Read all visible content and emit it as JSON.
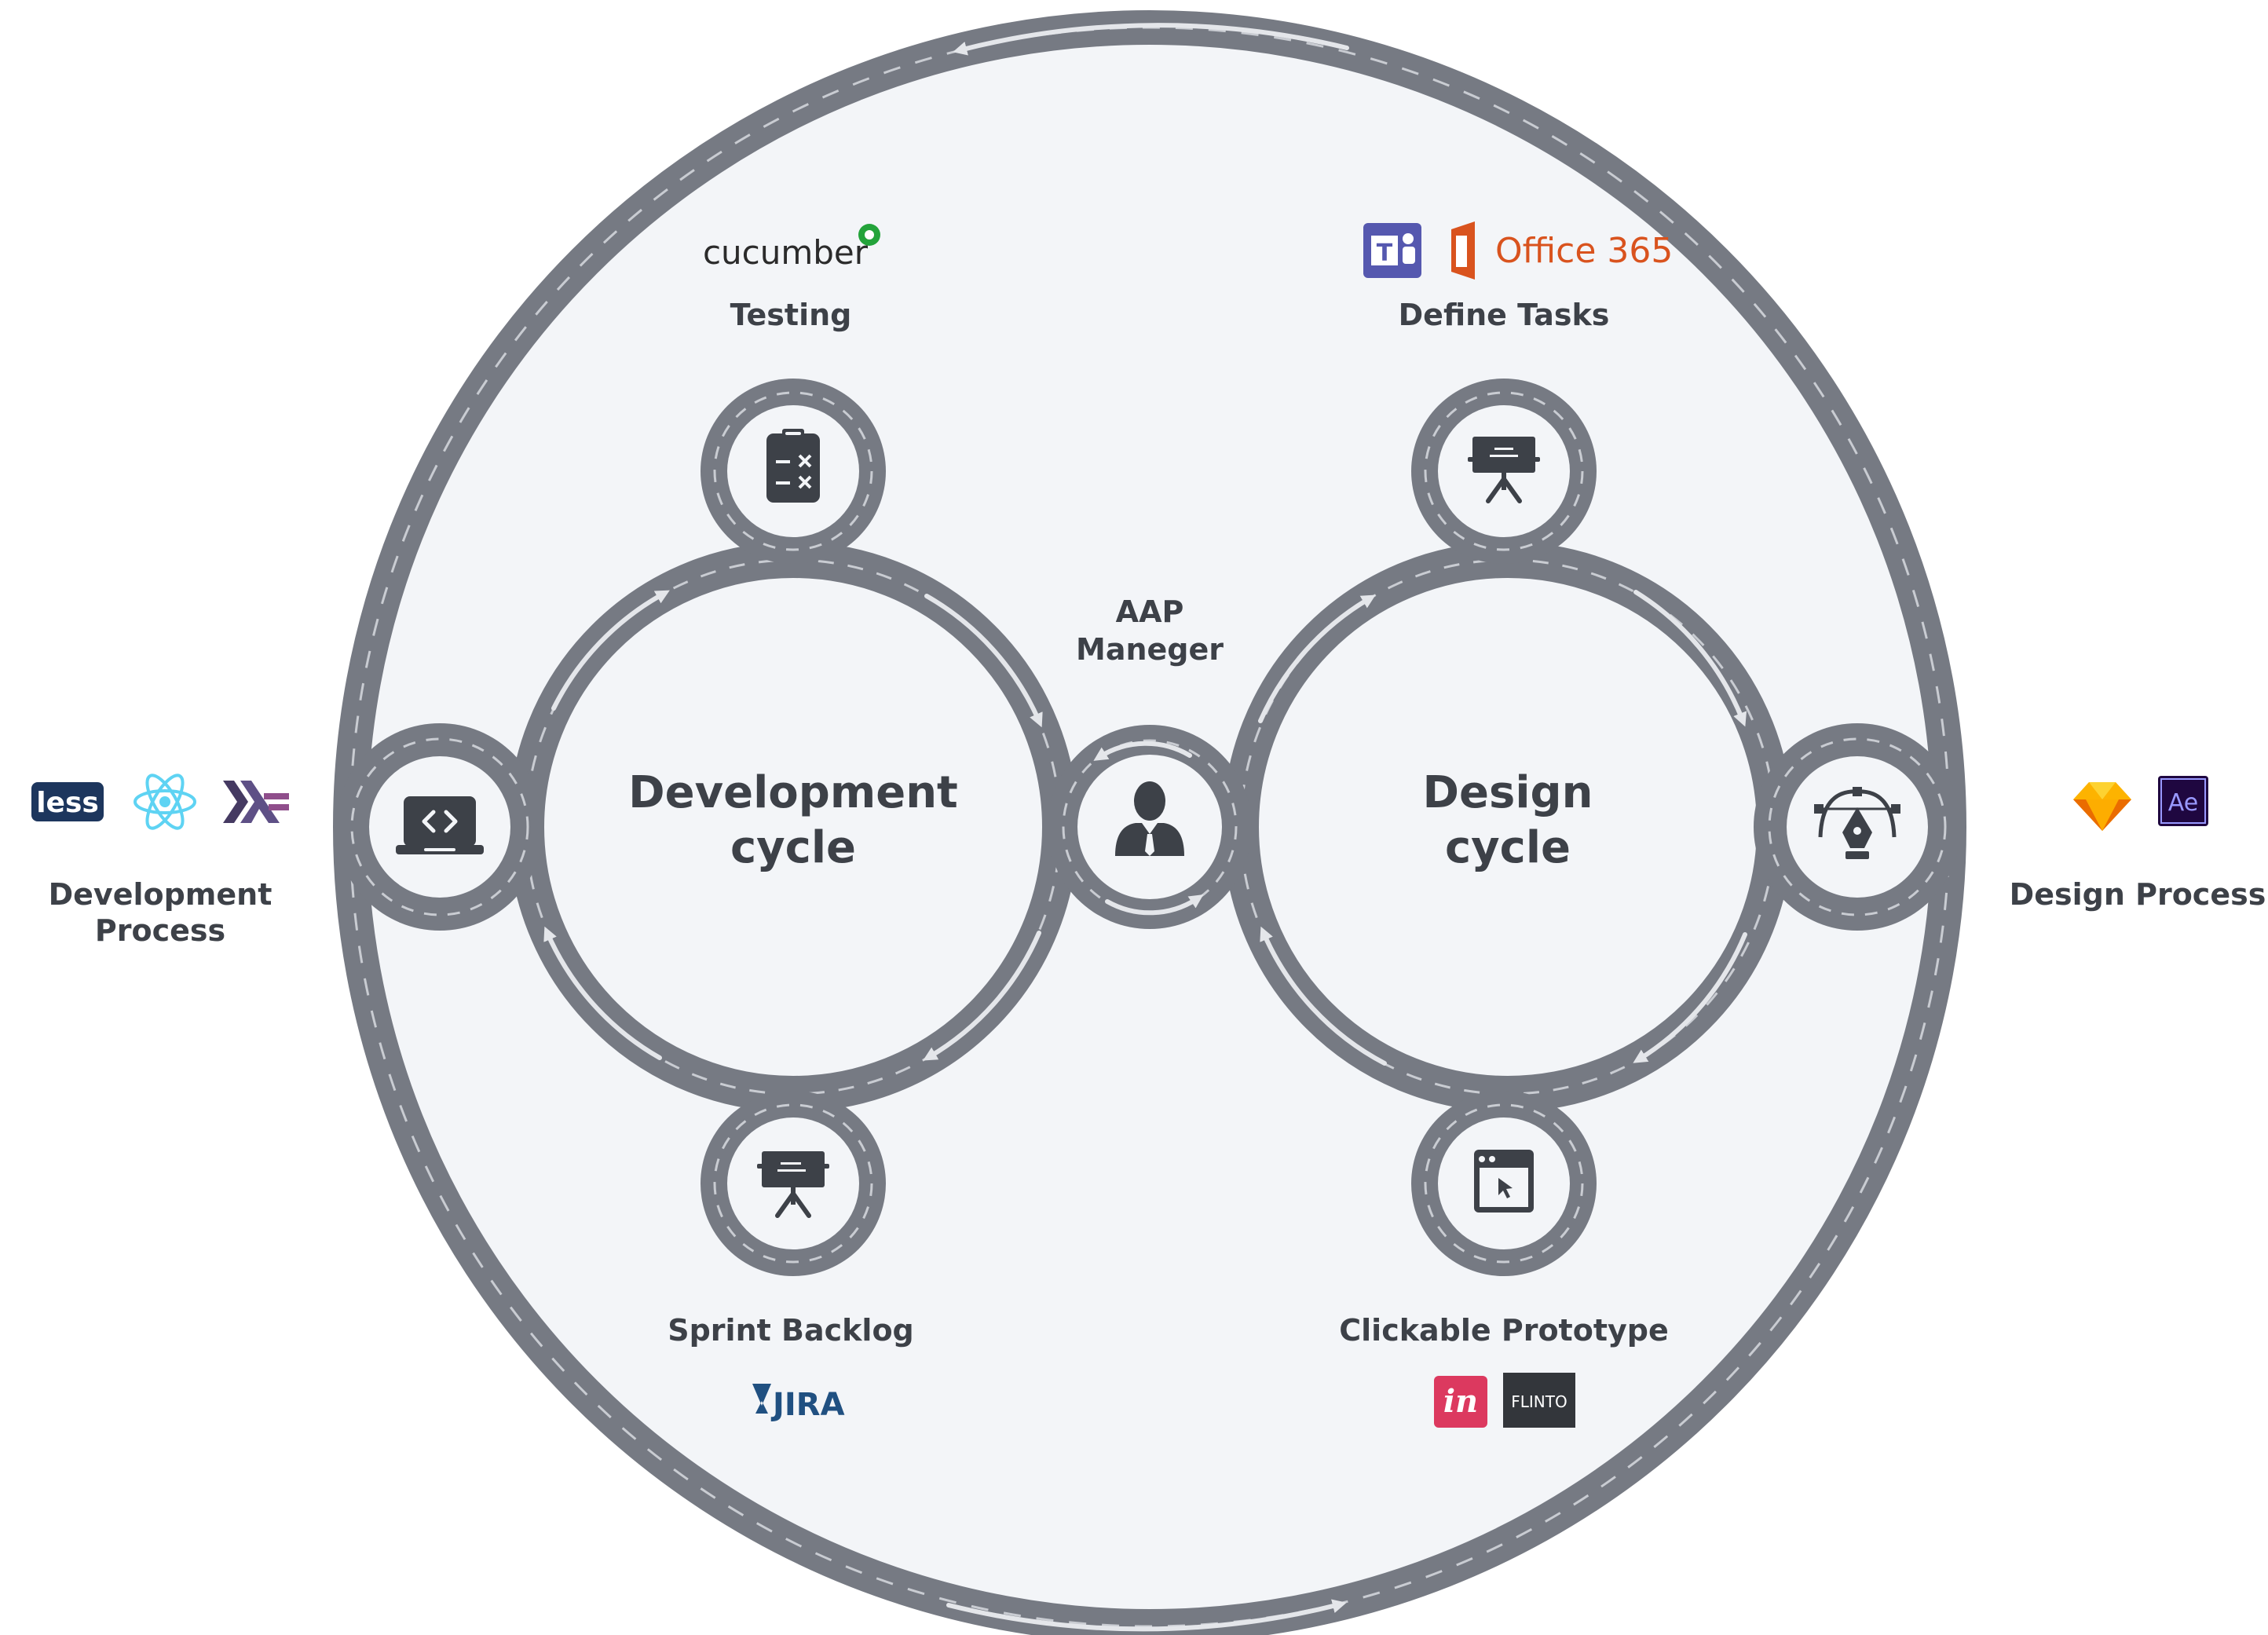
{
  "colors": {
    "ring": "#767a83",
    "ring_dash": "#c9ccd2",
    "arrow": "#e4e6ea",
    "disc_fill": "#f3f5f8",
    "icon": "#3d4148",
    "text": "#3d4148"
  },
  "center": {
    "dev_cycle": {
      "line1": "Development",
      "line2": "cycle"
    },
    "design_cycle": {
      "line1": "Design",
      "line2": "cycle"
    },
    "manager": {
      "line1": "AAP",
      "line2": "Maneger",
      "icon": "manager-person-icon"
    }
  },
  "stages": {
    "testing": {
      "label": "Testing",
      "icon": "checklist-icon",
      "logo": "cucumber"
    },
    "sprint_backlog": {
      "label": "Sprint Backlog",
      "icon": "presentation-board-icon",
      "logo": "JIRA"
    },
    "define_tasks": {
      "label": "Define Tasks",
      "icon": "presentation-board-icon",
      "logo": "Office 365"
    },
    "clickable_prototype": {
      "label": "Clickable Prototype",
      "icon": "browser-cursor-icon",
      "logos": [
        "in",
        "FLINTO"
      ]
    },
    "development": {
      "icon": "code-laptop-icon"
    },
    "design": {
      "icon": "pen-tool-icon"
    }
  },
  "sides": {
    "development_process": {
      "line1": "Development",
      "line2": "Process",
      "logos": [
        "less",
        "react-icon",
        "haskell-icon"
      ]
    },
    "design_process": {
      "label": "Design Process",
      "logos": [
        "sketch-icon",
        "Ae"
      ]
    }
  }
}
